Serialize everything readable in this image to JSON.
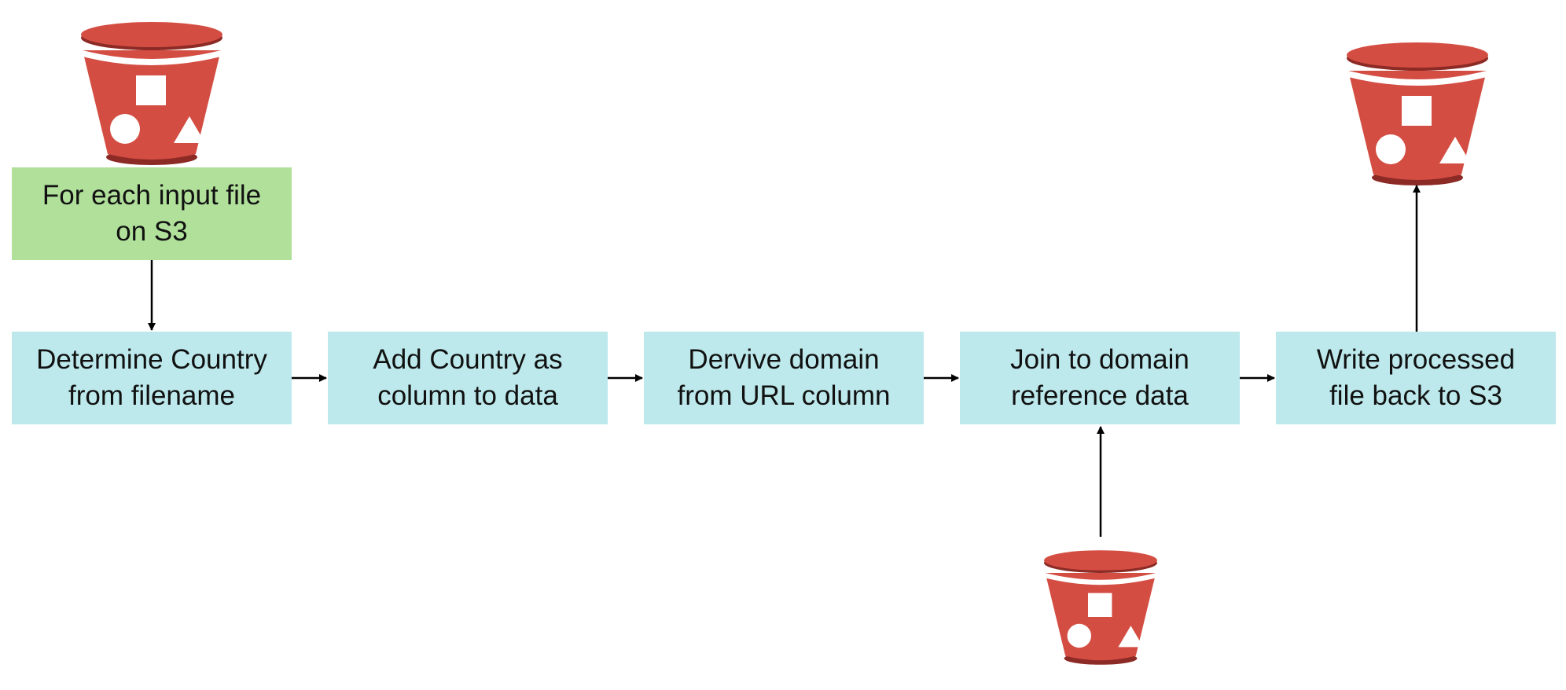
{
  "diagram": {
    "colors": {
      "start_box": "#b0e09a",
      "step_box": "#bde9ec",
      "bucket_body": "#d44d42",
      "bucket_rim_dark": "#8c2a25",
      "arrow": "#000000"
    },
    "start": {
      "text": "For each input file\non S3"
    },
    "steps": [
      {
        "text": "Determine Country\nfrom filename"
      },
      {
        "text": "Add Country as\ncolumn to data"
      },
      {
        "text": "Dervive domain\nfrom URL column"
      },
      {
        "text": "Join to domain\nreference data"
      },
      {
        "text": "Write processed\nfile back to S3"
      }
    ],
    "buckets": [
      {
        "icon": "s3-bucket-icon",
        "role": "input"
      },
      {
        "icon": "s3-bucket-icon",
        "role": "output"
      },
      {
        "icon": "s3-bucket-icon",
        "role": "reference"
      }
    ]
  }
}
